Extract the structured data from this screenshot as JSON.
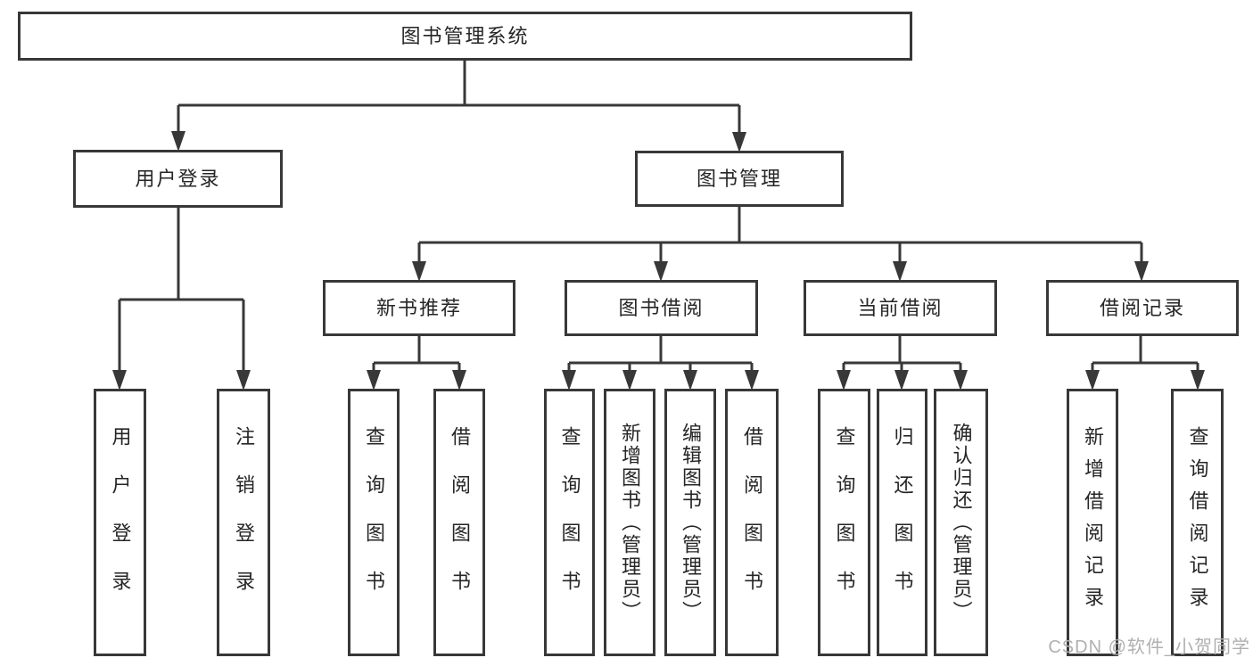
{
  "tree": {
    "label": "图书管理系统",
    "children": [
      {
        "label": "用户登录",
        "children": [
          {
            "label": "用户登录"
          },
          {
            "label": "注销登录"
          }
        ]
      },
      {
        "label": "图书管理",
        "children": [
          {
            "label": "新书推荐",
            "children": [
              {
                "label": "查询图书"
              },
              {
                "label": "借阅图书"
              }
            ]
          },
          {
            "label": "图书借阅",
            "children": [
              {
                "label": "查询图书"
              },
              {
                "label": "新增图书（管理员）"
              },
              {
                "label": "编辑图书（管理员）"
              },
              {
                "label": "借阅图书"
              }
            ]
          },
          {
            "label": "当前借阅",
            "children": [
              {
                "label": "查询图书"
              },
              {
                "label": "归还图书"
              },
              {
                "label": "确认归还（管理员）"
              }
            ]
          },
          {
            "label": "借阅记录",
            "children": [
              {
                "label": "新增借阅记录"
              },
              {
                "label": "查询借阅记录"
              }
            ]
          }
        ]
      }
    ]
  },
  "watermark": {
    "text": "CSDN @软件_小贺同学"
  },
  "colors": {
    "line": "#383838",
    "text": "#262626",
    "watermark": "#b0b0b0",
    "background": "#ffffff"
  }
}
